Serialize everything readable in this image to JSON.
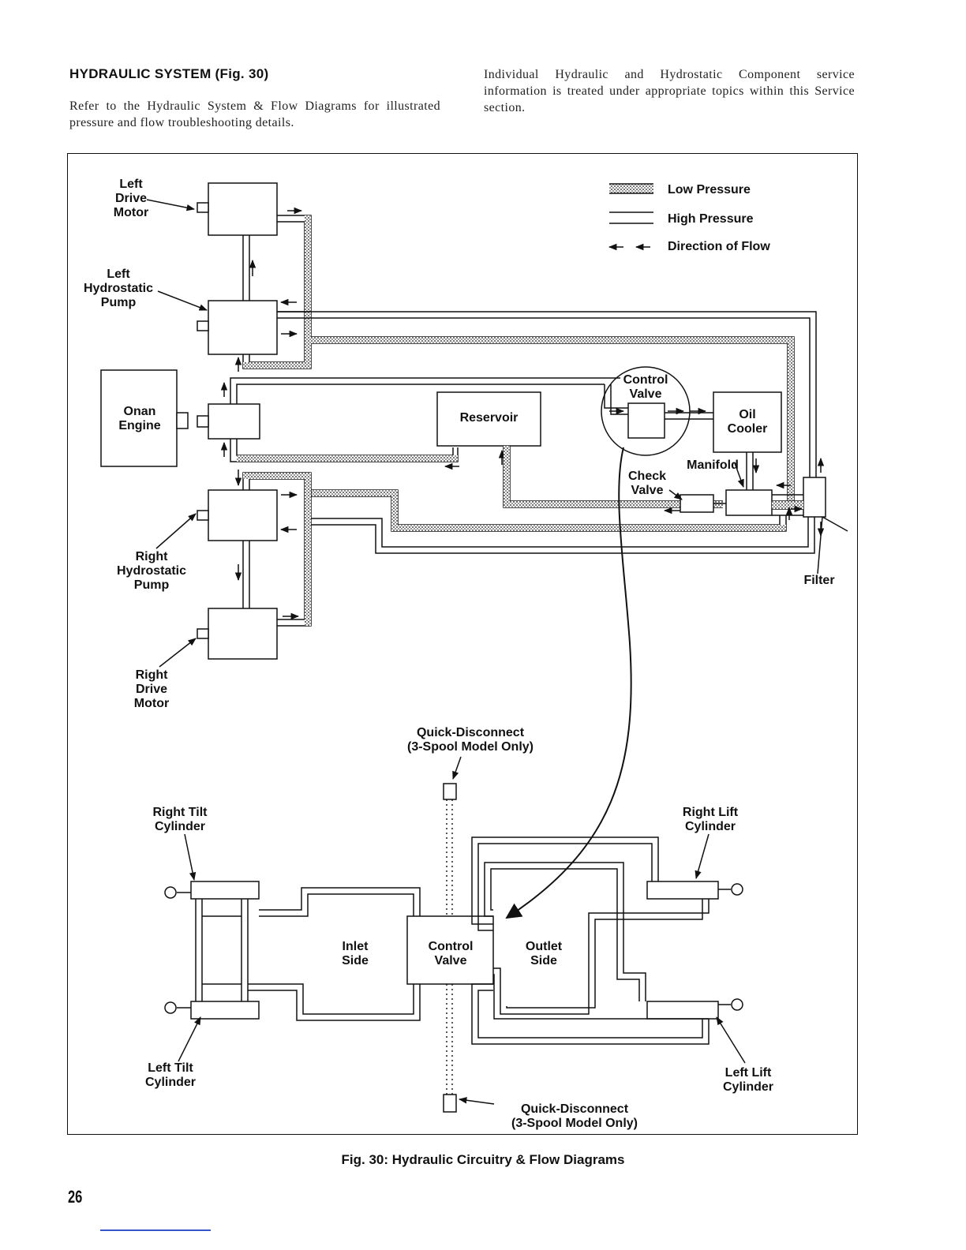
{
  "page": {
    "heading": "HYDRAULIC SYSTEM (Fig. 30)",
    "left_paragraph": "Refer to the Hydraulic System & Flow Diagrams for illustrated pressure and flow troubleshooting details.",
    "right_paragraph": "Individual Hydraulic and Hydrostatic Component service information is treated under appropriate topics within this Service section.",
    "caption": "Fig. 30: Hydraulic Circuitry & Flow Diagrams",
    "page_number": "26"
  },
  "legend": {
    "low_pressure": "Low Pressure",
    "high_pressure": "High Pressure",
    "direction_of_flow": "Direction of Flow"
  },
  "labels": {
    "left_drive_motor": "Left\nDrive\nMotor",
    "left_hydrostatic_pump": "Left\nHydrostatic\nPump",
    "onan_engine": "Onan\nEngine",
    "reservoir": "Reservoir",
    "control_valve_upper": "Control\nValve",
    "oil_cooler": "Oil\nCooler",
    "manifold": "Manifold",
    "check_valve": "Check\nValve",
    "right_hydrostatic_pump": "Right\nHydrostatic\nPump",
    "filter": "Filter",
    "right_drive_motor": "Right\nDrive\nMotor",
    "quick_disconnect_top": "Quick-Disconnect\n(3-Spool Model Only)",
    "right_tilt_cylinder": "Right Tilt\nCylinder",
    "right_lift_cylinder": "Right Lift\nCylinder",
    "inlet_side": "Inlet\nSide",
    "control_valve_lower": "Control\nValve",
    "outlet_side": "Outlet\nSide",
    "left_tilt_cylinder": "Left Tilt\nCylinder",
    "left_lift_cylinder": "Left Lift\nCylinder",
    "quick_disconnect_bottom": "Quick-Disconnect\n(3-Spool Model Only)"
  }
}
